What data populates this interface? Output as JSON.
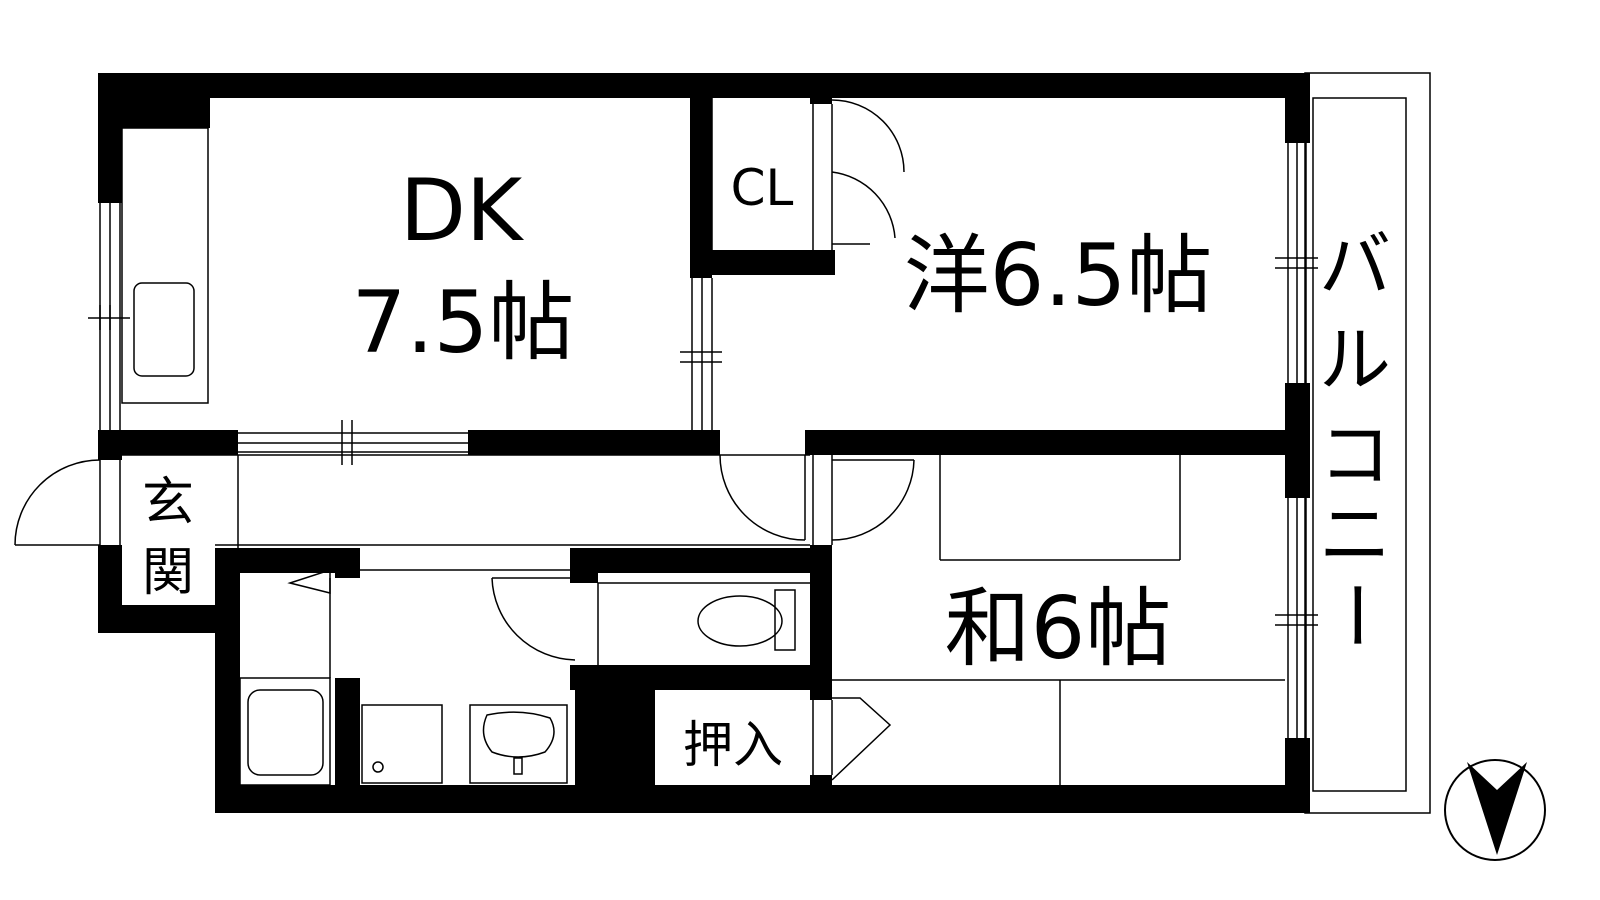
{
  "rooms": {
    "dk_name": "DK",
    "dk_size": "7.5帖",
    "closet": "CL",
    "western": "洋6.5帖",
    "japanese": "和6帖",
    "oshiire": "押入",
    "entrance_1": "玄",
    "entrance_2": "関",
    "balcony": [
      "バ",
      "ル",
      "コ",
      "ニ",
      "ー"
    ]
  },
  "colors": {
    "wall": "#000000",
    "background": "#ffffff"
  },
  "icons": {
    "compass": "north-arrow-icon",
    "toilet": "toilet-icon",
    "sink": "washbasin-icon",
    "bath": "bathtub-icon",
    "washer": "washing-machine-icon",
    "kitchen": "kitchen-sink-icon"
  }
}
